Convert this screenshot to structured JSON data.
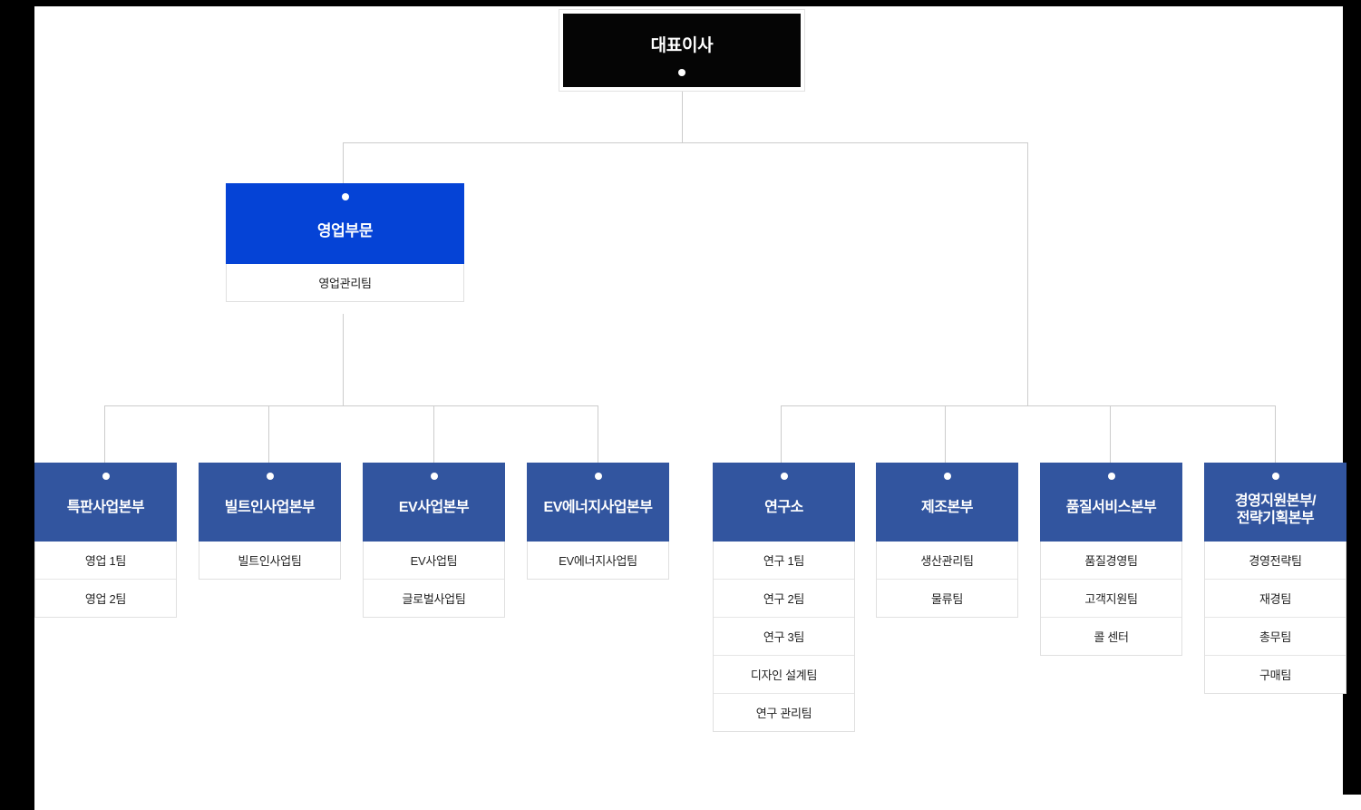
{
  "page": {
    "title": "조직도",
    "background_color": "#000000",
    "canvas_color": "#ffffff"
  },
  "colors": {
    "ceo_fill": "#050505",
    "division_fill": "#0543D6",
    "department_fill": "#32559F",
    "team_fill": "#ffffff",
    "connector": "#cccccc",
    "text_light": "#ffffff",
    "text_dark": "#222222"
  },
  "org": {
    "root": {
      "label": "대표이사",
      "dot": "connector-dot"
    },
    "division": {
      "label": "영업부문",
      "teams": [
        "영업관리팀"
      ]
    },
    "departments": [
      {
        "label": "특판사업본부",
        "teams": [
          "영업 1팀",
          "영업 2팀"
        ]
      },
      {
        "label": "빌트인사업본부",
        "teams": [
          "빌트인사업팀"
        ]
      },
      {
        "label": "EV사업본부",
        "teams": [
          "EV사업팀",
          "글로벌사업팀"
        ]
      },
      {
        "label": "EV에너지사업본부",
        "teams": [
          "EV에너지사업팀"
        ]
      },
      {
        "label": "연구소",
        "teams": [
          "연구 1팀",
          "연구 2팀",
          "연구 3팀",
          "디자인 설계팀",
          "연구 관리팀"
        ]
      },
      {
        "label": "제조본부",
        "teams": [
          "생산관리팀",
          "물류팀"
        ]
      },
      {
        "label": "품질서비스본부",
        "teams": [
          "품질경영팀",
          "고객지원팀",
          "콜 센터"
        ]
      },
      {
        "label": "경영지원본부/\n전략기획본부",
        "label_line1": "경영지원본부/",
        "label_line2": "전략기획본부",
        "teams": [
          "경영전략팀",
          "재경팀",
          "총무팀",
          "구매팀"
        ]
      }
    ]
  }
}
